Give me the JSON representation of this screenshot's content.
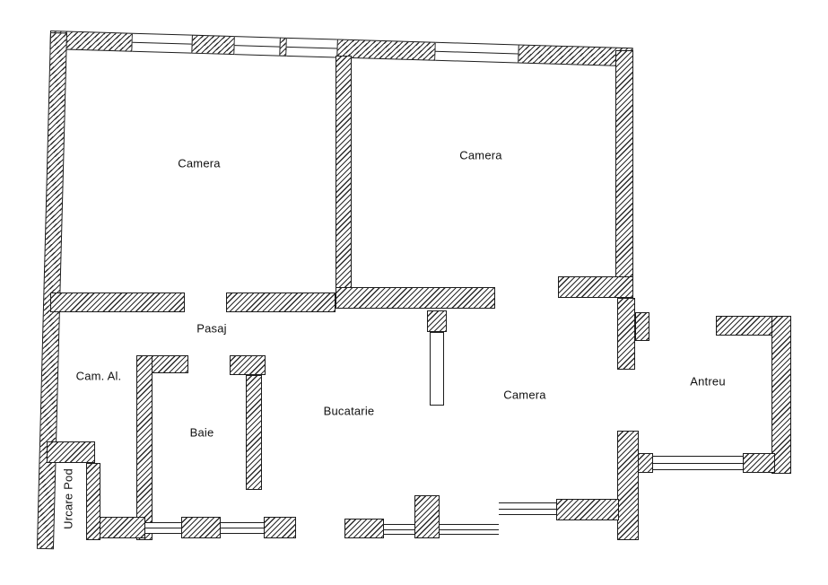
{
  "floor_plan": {
    "rooms": [
      {
        "id": "camera-top-left",
        "label": "Camera"
      },
      {
        "id": "camera-top-right",
        "label": "Camera"
      },
      {
        "id": "pasaj",
        "label": "Pasaj"
      },
      {
        "id": "cam-al",
        "label": "Cam. Al."
      },
      {
        "id": "baie",
        "label": "Baie"
      },
      {
        "id": "bucatarie",
        "label": "Bucatarie"
      },
      {
        "id": "camera-bottom",
        "label": "Camera"
      },
      {
        "id": "antreu",
        "label": "Antreu"
      },
      {
        "id": "urcare-pod",
        "label": "Urcare Pod"
      }
    ],
    "colors": {
      "line": "#1c1c1c",
      "background": "#ffffff"
    }
  }
}
